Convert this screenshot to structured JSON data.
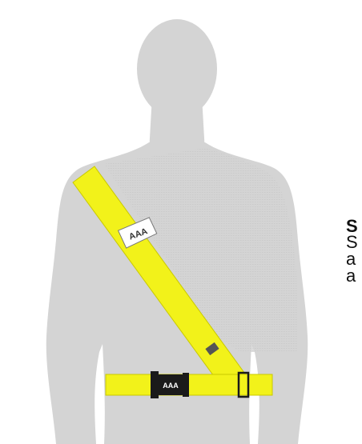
{
  "scene": {
    "subject": "silhouette-torso",
    "colors": {
      "silhouette": "#d4d4d4",
      "strap": "#f2f21a",
      "strap_edge": "#c9c900",
      "buckle": "#1a1a1a",
      "background": "#ffffff"
    }
  },
  "logo": {
    "chest_badge_text": "AAA",
    "buckle_text": "AAA"
  },
  "side_text": {
    "line1": "S",
    "line2": "S",
    "line3": "a",
    "line4": "a"
  }
}
